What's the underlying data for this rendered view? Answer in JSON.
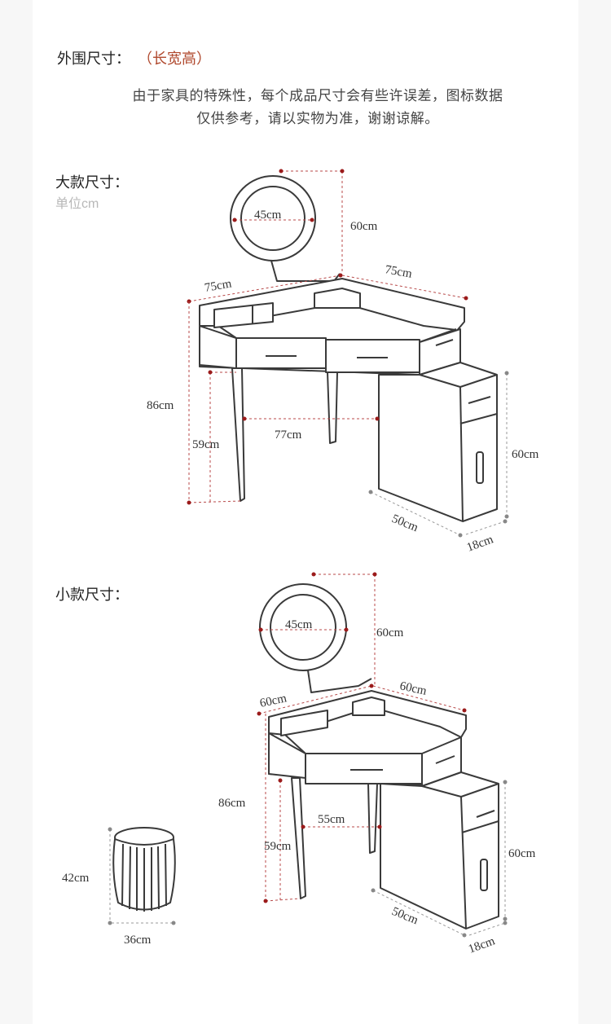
{
  "header": {
    "title": "外围尺寸：",
    "title_accent": "（长宽高）",
    "note_line1": "由于家具的特殊性，每个成品尺寸会有些许误差，图标数据",
    "note_line2": "仅供参考，请以实物为准，谢谢谅解。"
  },
  "large": {
    "title": "大款尺寸：",
    "unit": "单位cm",
    "mirror": "45cm",
    "mirror_height": "60cm",
    "left_width": "75cm",
    "right_width": "75cm",
    "total_height": "86cm",
    "leg_height": "59cm",
    "knee_width": "77cm",
    "cabinet_height": "60cm",
    "cabinet_depth": "50cm",
    "cabinet_width": "18cm"
  },
  "small": {
    "title": "小款尺寸：",
    "mirror": "45cm",
    "mirror_height": "60cm",
    "left_width": "60cm",
    "right_width": "60cm",
    "total_height": "86cm",
    "leg_height": "59cm",
    "knee_width": "55cm",
    "cabinet_height": "60cm",
    "cabinet_depth": "50cm",
    "cabinet_width": "18cm",
    "stool_height": "42cm",
    "stool_width": "36cm"
  },
  "colors": {
    "accent": "#b0492e",
    "dimension_dot": "#9b1b1b",
    "dimension_line": "#b84a4a",
    "outline": "#3a3a3a"
  }
}
